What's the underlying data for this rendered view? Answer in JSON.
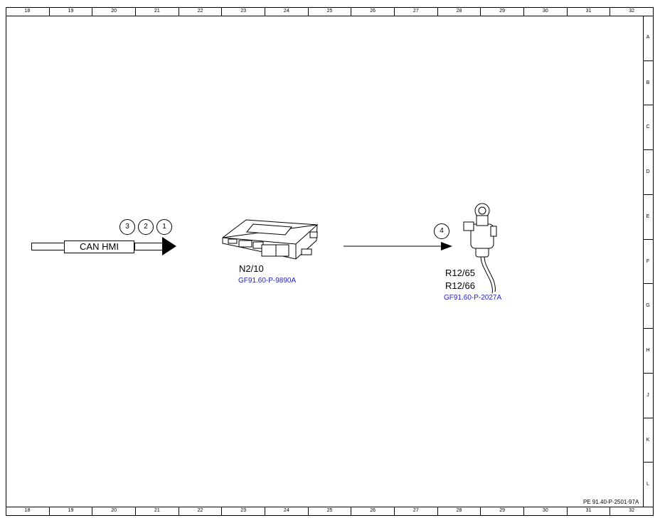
{
  "ruler": {
    "columns": [
      "18",
      "19",
      "20",
      "21",
      "22",
      "23",
      "24",
      "25",
      "26",
      "27",
      "28",
      "29",
      "30",
      "31",
      "32"
    ],
    "rows": [
      "A",
      "B",
      "C",
      "D",
      "E",
      "F",
      "G",
      "H",
      "J",
      "K",
      "L"
    ]
  },
  "bus": {
    "label": "CAN HMI",
    "markers": [
      "3",
      "2",
      "1"
    ]
  },
  "module": {
    "name": "N2/10",
    "ref": "GF91.60-P-9890A"
  },
  "link": {
    "marker": "4"
  },
  "sensor": {
    "name1": "R12/65",
    "name2": "R12/66",
    "ref": "GF91.60-P-2027A"
  },
  "doc_ref": "PE 91.40-P-2501-97A"
}
